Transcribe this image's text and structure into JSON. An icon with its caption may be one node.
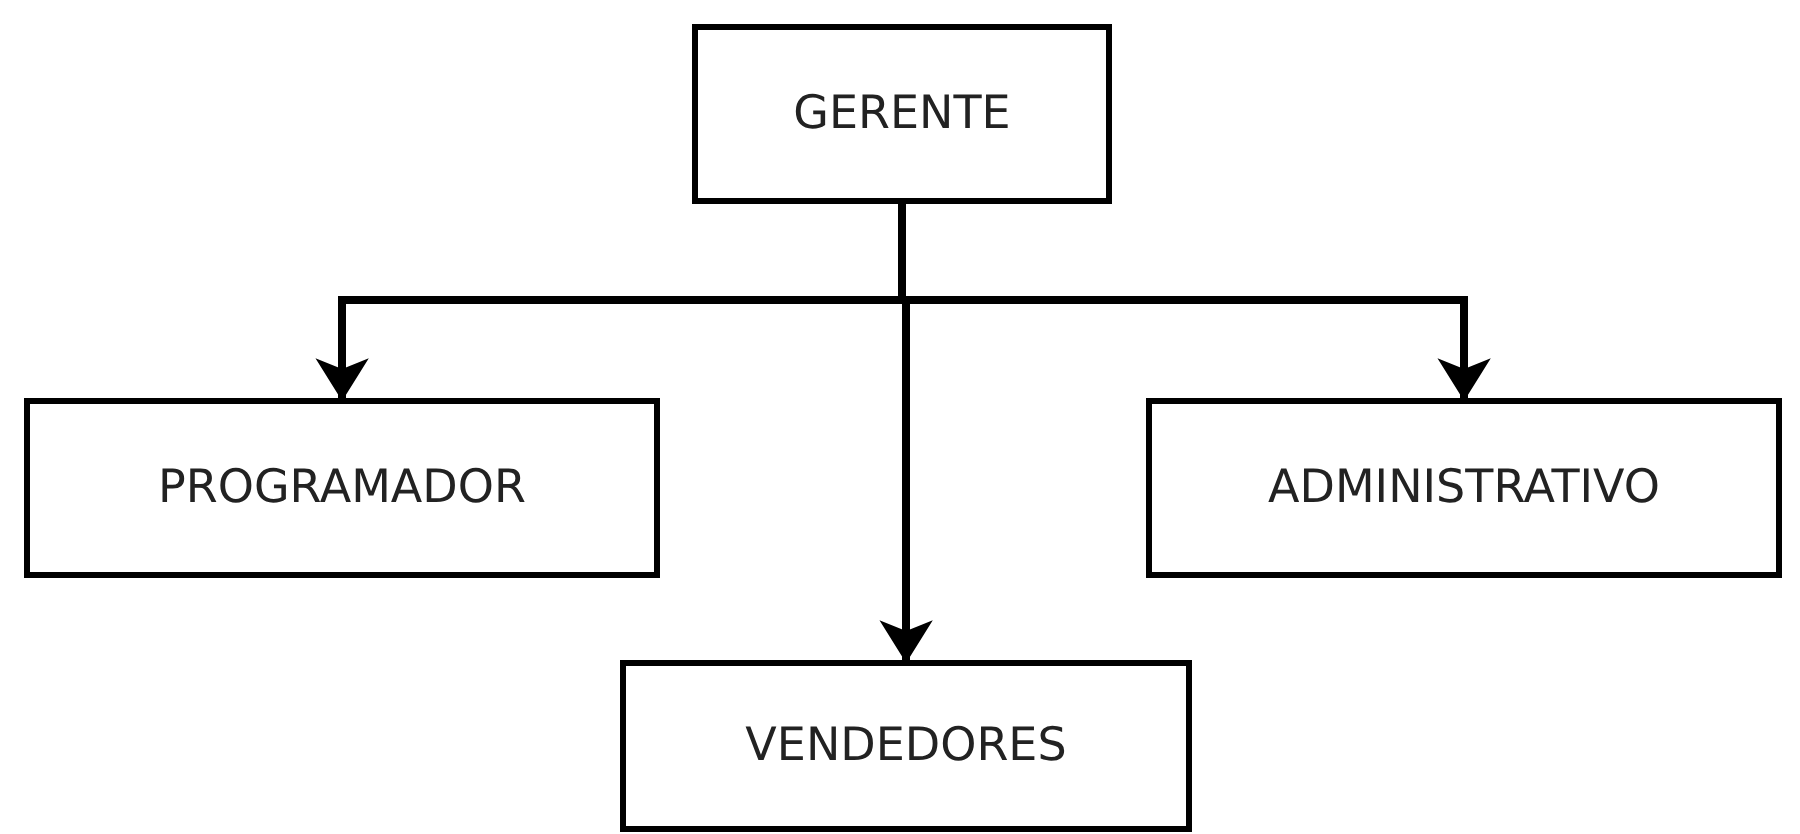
{
  "diagram": {
    "nodes": [
      {
        "text": [
          "GERENTE"
        ]
      },
      {
        "text": [
          "PROGRAMADOR"
        ]
      },
      {
        "text": [
          "ADMINISTRATIVO"
        ]
      },
      {
        "text": [
          "VENDEDORES"
        ]
      }
    ],
    "edges": [
      {
        "from": 0,
        "to": 1,
        "arrow": "to"
      },
      {
        "from": 0,
        "to": 2,
        "arrow": "to"
      },
      {
        "from": 0,
        "to": 3,
        "arrow": "to"
      }
    ]
  }
}
